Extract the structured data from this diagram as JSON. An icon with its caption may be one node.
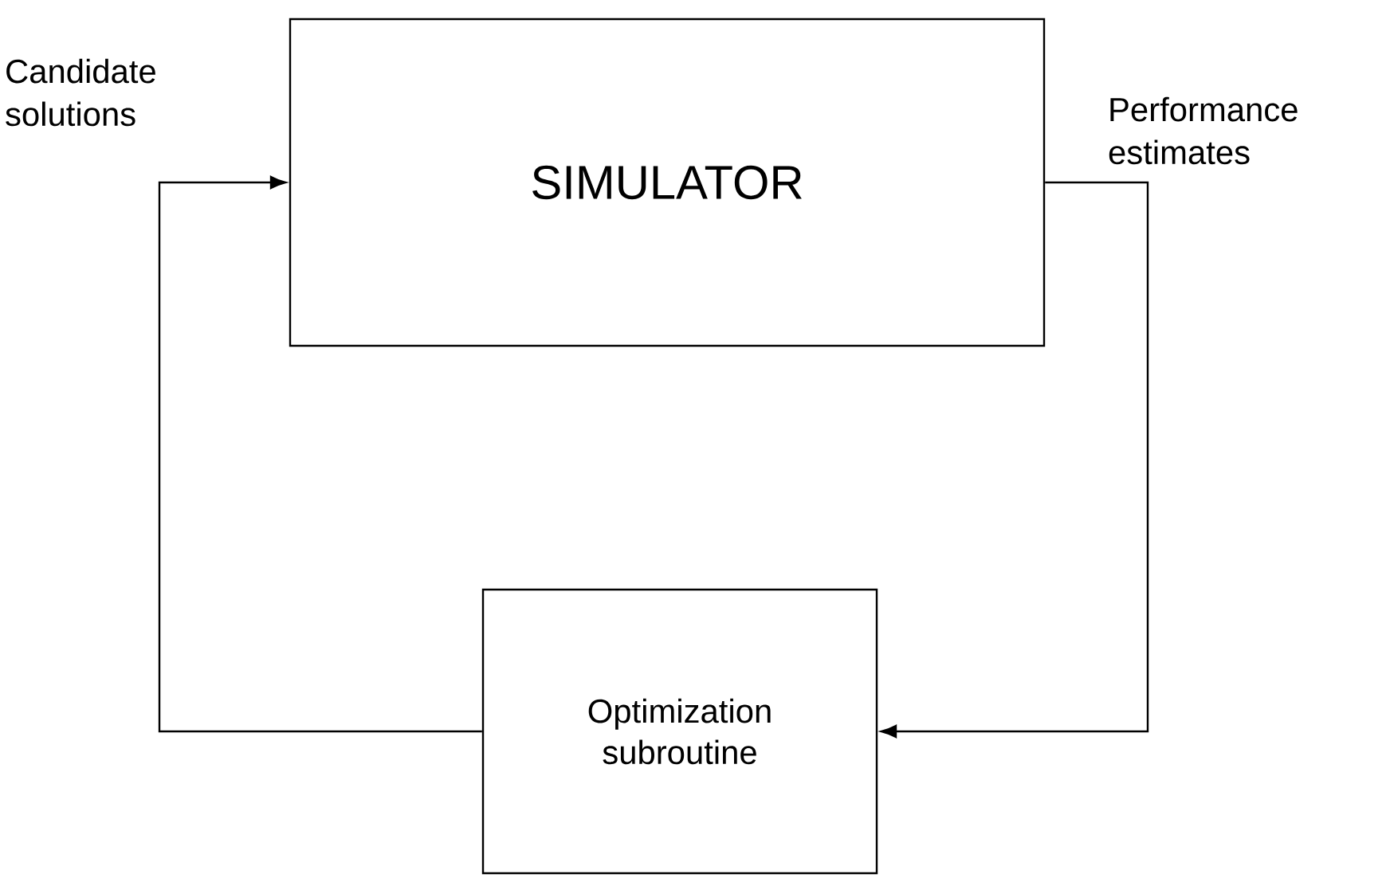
{
  "diagram": {
    "nodes": [
      {
        "text": [
          "SIMULATOR"
        ]
      },
      {
        "text": [
          "Optimization subroutine"
        ]
      }
    ],
    "edges": [
      {
        "from": 1,
        "to": 0,
        "arrow": "to",
        "label": "Candidate solutions"
      },
      {
        "from": 0,
        "to": 1,
        "arrow": "to",
        "label": "Performance estimates"
      }
    ]
  }
}
